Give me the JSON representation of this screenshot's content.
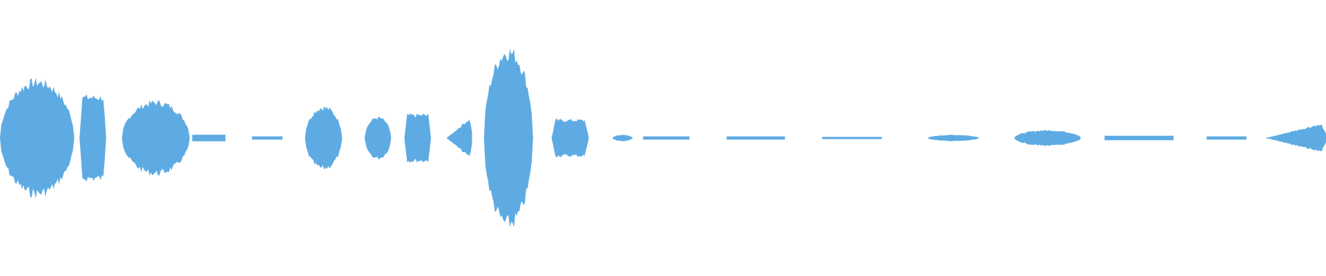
{
  "waveform": {
    "color": "#5eabe3",
    "segments": [
      {
        "start": 0.0,
        "end": 0.056,
        "amp": 0.22,
        "shape": "swell"
      },
      {
        "start": 0.06,
        "end": 0.08,
        "amp": 0.16,
        "shape": "block"
      },
      {
        "start": 0.092,
        "end": 0.143,
        "amp": 0.14,
        "shape": "swell"
      },
      {
        "start": 0.145,
        "end": 0.17,
        "amp": 0.012,
        "shape": "line"
      },
      {
        "start": 0.19,
        "end": 0.213,
        "amp": 0.006,
        "shape": "line"
      },
      {
        "start": 0.23,
        "end": 0.258,
        "amp": 0.12,
        "shape": "swell"
      },
      {
        "start": 0.275,
        "end": 0.295,
        "amp": 0.08,
        "shape": "swell"
      },
      {
        "start": 0.305,
        "end": 0.325,
        "amp": 0.09,
        "shape": "block"
      },
      {
        "start": 0.337,
        "end": 0.356,
        "amp": 0.07,
        "shape": "ramp-up"
      },
      {
        "start": 0.365,
        "end": 0.402,
        "amp": 0.34,
        "shape": "swell"
      },
      {
        "start": 0.416,
        "end": 0.444,
        "amp": 0.07,
        "shape": "block"
      },
      {
        "start": 0.462,
        "end": 0.477,
        "amp": 0.012,
        "shape": "swell"
      },
      {
        "start": 0.485,
        "end": 0.52,
        "amp": 0.006,
        "shape": "line"
      },
      {
        "start": 0.548,
        "end": 0.592,
        "amp": 0.006,
        "shape": "line"
      },
      {
        "start": 0.62,
        "end": 0.665,
        "amp": 0.004,
        "shape": "line"
      },
      {
        "start": 0.7,
        "end": 0.738,
        "amp": 0.012,
        "shape": "swell"
      },
      {
        "start": 0.765,
        "end": 0.815,
        "amp": 0.03,
        "shape": "swell"
      },
      {
        "start": 0.833,
        "end": 0.885,
        "amp": 0.008,
        "shape": "line"
      },
      {
        "start": 0.91,
        "end": 0.94,
        "amp": 0.006,
        "shape": "line"
      },
      {
        "start": 0.955,
        "end": 1.0,
        "amp": 0.05,
        "shape": "ramp-up"
      }
    ]
  }
}
